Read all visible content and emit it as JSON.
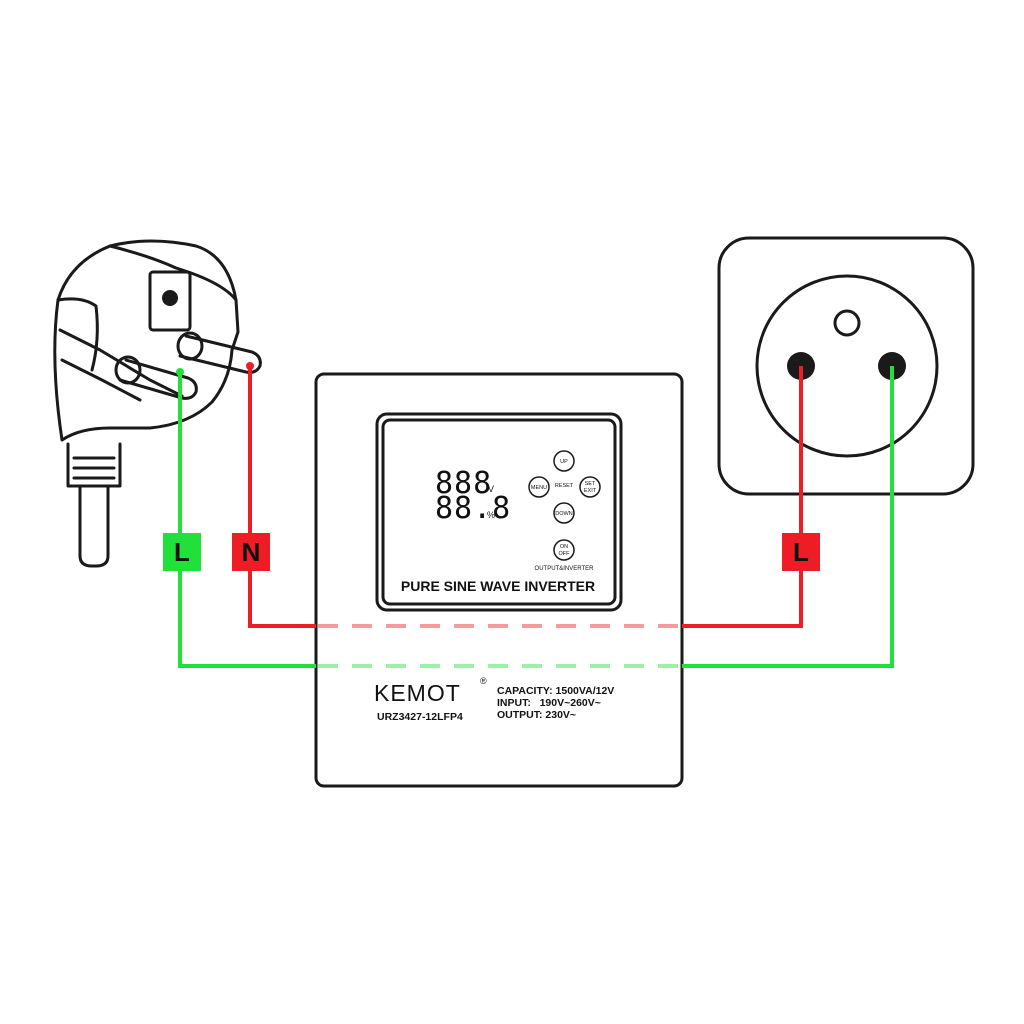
{
  "colors": {
    "live": "#ee1c25",
    "neutral_ground": "#22e03a",
    "outline": "#1a1a1a"
  },
  "wire_labels": {
    "plug_green": "L",
    "plug_red": "N",
    "socket_red": "L"
  },
  "inverter": {
    "display": {
      "line1": "888",
      "line1_unit": "V",
      "line2": "88.8",
      "line2_unit": "%"
    },
    "buttons": {
      "up": "UP",
      "menu": "MENU",
      "reset": "RESET",
      "set": "SET",
      "exit": "EXIT",
      "down": "DOWN",
      "on": "ON",
      "off": "OFF",
      "output_inverter": "OUTPUT&INVERTER"
    },
    "panel_title": "PURE SINE WAVE INVERTER",
    "brand": "KEMOT",
    "registered": "®",
    "model": "URZ3427-12LFP4",
    "specs": [
      "CAPACITY: 1500VA/12V",
      "INPUT:   190V~260V~",
      "OUTPUT: 230V~"
    ]
  },
  "icons": [
    "schuko-plug-icon",
    "wall-socket-icon"
  ]
}
